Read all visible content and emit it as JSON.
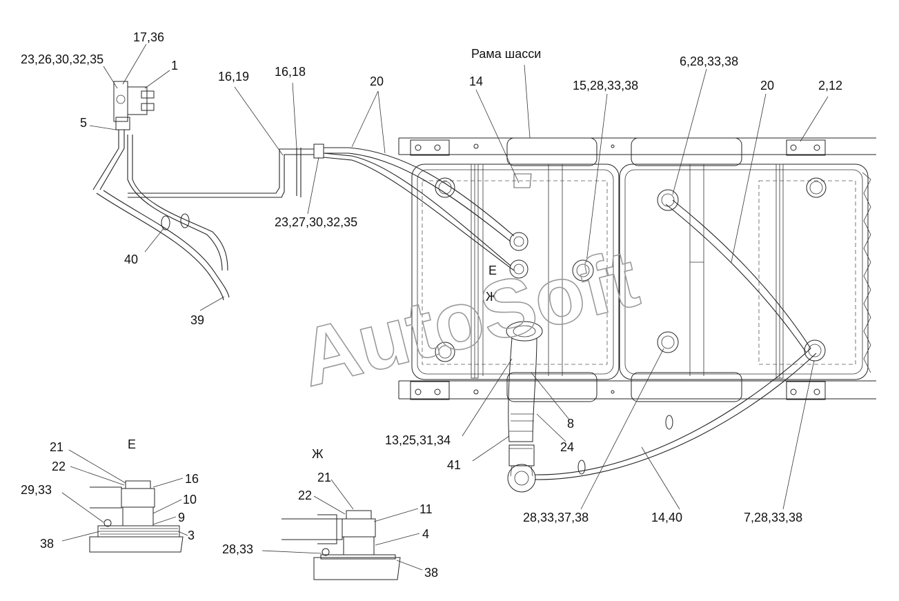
{
  "labels": {
    "l_17_36": "17,36",
    "l_23_26": "23,26,30,32,35",
    "l_1": "1",
    "l_5": "5",
    "l_16_19": "16,19",
    "l_16_18": "16,18",
    "l_20a": "20",
    "l_rama": "Рама шасси",
    "l_14": "14",
    "l_15_28": "15,28,33,38",
    "l_6_28": "6,28,33,38",
    "l_20b": "20",
    "l_2_12": "2,12",
    "l_23_27": "23,27,30,32,35",
    "l_40": "40",
    "l_39": "39",
    "l_E_mark": "Е",
    "l_Zh_mark": "Ж",
    "l_8": "8",
    "l_24": "24",
    "l_13_25": "13,25,31,34",
    "l_41": "41",
    "l_28_37": "28,33,37,38",
    "l_14_40": "14,40",
    "l_7_28": "7,28,33,38",
    "e_title": "Е",
    "e_21": "21",
    "e_22": "22",
    "e_16": "16",
    "e_29_33": "29,33",
    "e_10": "10",
    "e_9": "9",
    "e_38": "38",
    "e_3": "3",
    "zh_title": "Ж",
    "zh_21": "21",
    "zh_22": "22",
    "zh_11": "11",
    "zh_4": "4",
    "zh_28_33": "28,33",
    "zh_38": "38"
  },
  "watermark": "AutoSoft"
}
